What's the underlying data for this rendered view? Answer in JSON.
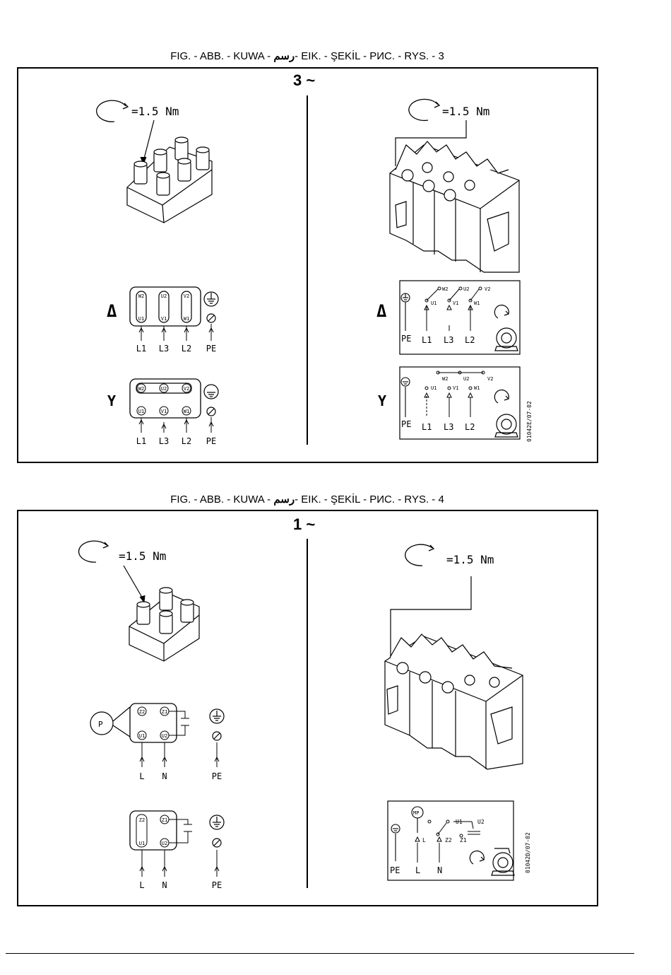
{
  "fig3": {
    "caption_pre": "FIG. - ABB. - KUWA - ",
    "caption_arabic": "رسم",
    "caption_post": "- EIK. - ŞEKİL - РИС. - RYS. - 3",
    "phase": "3 ~",
    "torque_left": "=1.5 Nm",
    "torque_right": "=1.5 Nm",
    "delta_symbol": "Δ",
    "star_symbol": "Y",
    "terminals_delta_top": [
      "W2",
      "U2",
      "V2"
    ],
    "terminals_delta_bottom": [
      "U1",
      "V1",
      "W1"
    ],
    "terminals_star_top": [
      "W2",
      "U2",
      "V2"
    ],
    "terminals_star_bottom": [
      "U1",
      "V1",
      "W1"
    ],
    "lines": [
      "L1",
      "L3",
      "L2",
      "PE"
    ],
    "right_delta_top": [
      "W2",
      "U2",
      "V2"
    ],
    "right_delta_bottom": [
      "U1",
      "V1",
      "W1"
    ],
    "right_lines": [
      "PE",
      "L1",
      "L3",
      "L2"
    ],
    "code": "01042E/07-02"
  },
  "fig4": {
    "caption_pre": "FIG. - ABB. - KUWA - ",
    "caption_arabic": "رسم",
    "caption_post": "- EIK. - ŞEKİL - РИС. - RYS. - 4",
    "phase": "1 ~",
    "torque_left": "=1.5 Nm",
    "torque_right": "=1.5 Nm",
    "p_label": "P",
    "terminals_top": [
      "Z2",
      "Z1"
    ],
    "terminals_bottom": [
      "U1",
      "U2"
    ],
    "lines": [
      "L",
      "N",
      "PE"
    ],
    "mp_label": "MP",
    "right_labels": [
      "U1",
      "U2",
      "Z2",
      "Z1"
    ],
    "right_lines": [
      "PE",
      "L",
      "N"
    ],
    "code": "01042D/07-02"
  }
}
